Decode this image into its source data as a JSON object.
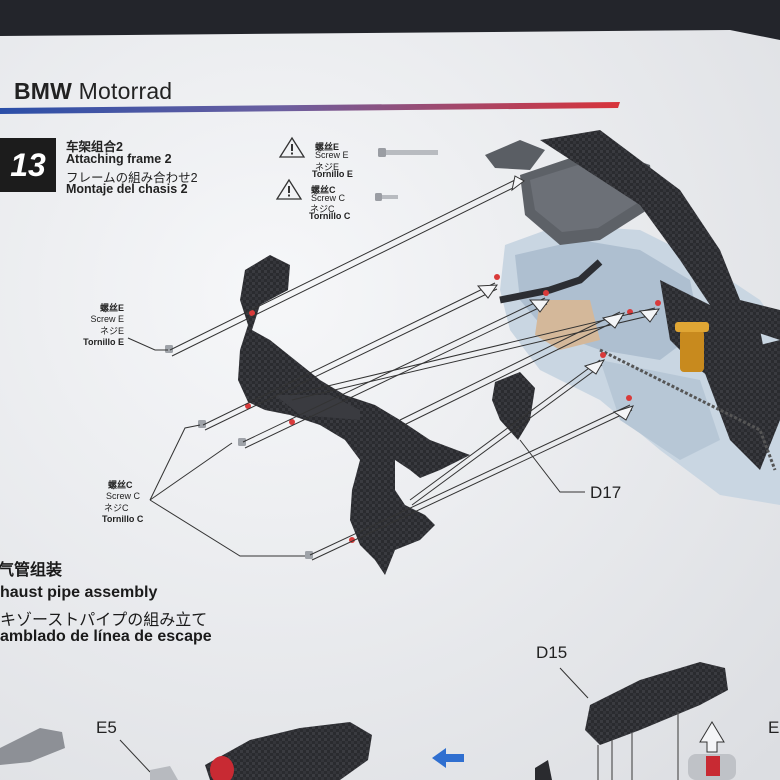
{
  "header": {
    "brand_bold": "BMW",
    "brand_light": " Motorrad"
  },
  "step": {
    "number": "13",
    "title_zh": "车架组合2",
    "title_en": "Attaching frame 2",
    "title_ja": "フレームの組み合わせ2",
    "title_es": "Montaje del chasis 2"
  },
  "parts_legend": [
    {
      "zh": "螺丝E",
      "en": "Screw E",
      "ja": "ネジE",
      "es": "Tornillo E"
    },
    {
      "zh": "螺丝C",
      "en": "Screw C",
      "ja": "ネジC",
      "es": "Tornillo C"
    }
  ],
  "diagram_labels": {
    "screw_e": {
      "zh": "螺丝E",
      "en": "Screw E",
      "ja": "ネジE",
      "es": "Tornillo E"
    },
    "screw_c": {
      "zh": "螺丝C",
      "en": "Screw C",
      "ja": "ネジC",
      "es": "Tornillo C"
    },
    "d17": "D17",
    "d15": "D15",
    "e5": "E5",
    "edge_e": "E"
  },
  "next_section": {
    "zh": "气管组装",
    "en": "haust pipe assembly",
    "ja": "キゾーストパイプの組み立て",
    "es": "amblado de línea de escape"
  },
  "colors": {
    "paper": "#f3f4f6",
    "carbon": "#2b2c30",
    "stripe_blue": "#2b4fa8",
    "stripe_red": "#d8333a",
    "arrow_blue": "#2f6fd0"
  }
}
